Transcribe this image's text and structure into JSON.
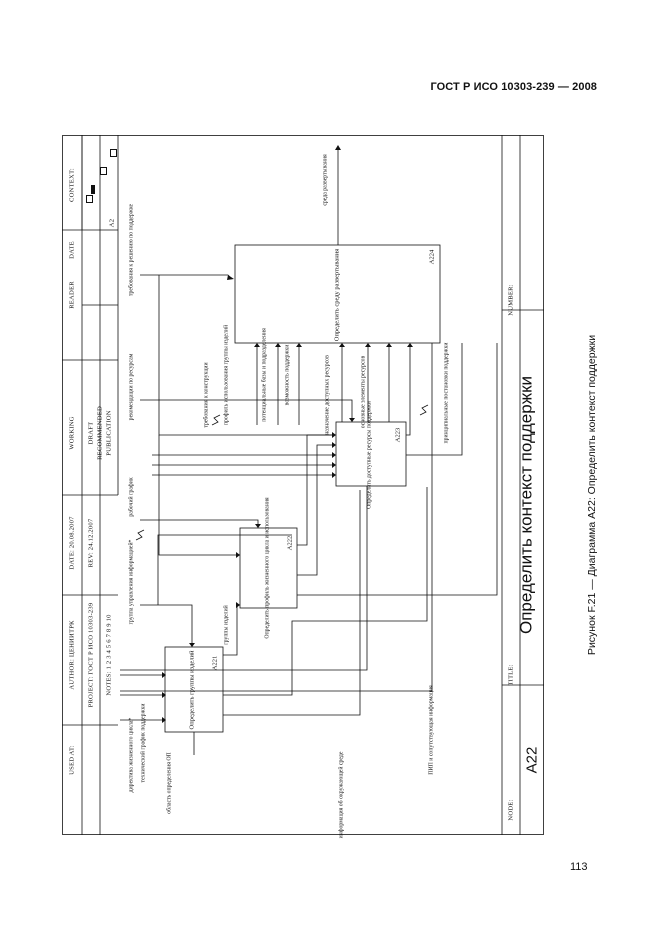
{
  "header": {
    "doc_id": "ГОСТ Р ИСО 10303-239 — 2008"
  },
  "footer": {
    "page_number": "113"
  },
  "caption": "Рисунок F.21 — Диаграмма A22: Определить контекст поддержки",
  "form": {
    "used_at": "USED AT:",
    "author": "AUTHOR: ЦЕНИИТРК",
    "project": "PROJECT: ГОСТ Р ИСО 10303-239",
    "notes": "NOTES: 1 2 3 4 5 6 7 8 9 10",
    "date": "DATE: 20.08.2007",
    "rev": "REV: 24.12.2007",
    "working": "WORKING",
    "draft": "DRAFT",
    "recommended": "RECOMMENDED",
    "publication": "PUBLICATION",
    "reader": "READER",
    "date2": "DATE",
    "context": "CONTEXT:",
    "context_node": "A2",
    "node_label": "NODE:",
    "node_value": "A22",
    "title_label": "TITLE:",
    "title_value": "Определить контекст поддержки",
    "number_label": "NUMBER:"
  },
  "activities": [
    {
      "id": "A221",
      "name": "Определить группы изделий"
    },
    {
      "id": "A222",
      "name": "Определить профиль жизненного цикла и использования"
    },
    {
      "id": "A223",
      "name": "Определить доступные ресурсы поддержки"
    },
    {
      "id": "A224",
      "name": "Определить среду развертывания"
    }
  ],
  "arrows": {
    "in_directive": "директива жизненного цикла*",
    "in_tech_schedule": "технический график поддержки",
    "in_area": "область определения ОП",
    "in_info_env": "информация об окружающей среде",
    "in_pip": "ПИП и сопутствующая информация",
    "ctl_mgmt_group": "группа управления информацией*",
    "ctl_work_schedule": "рабочий график",
    "ctl_resource_rec": "рекомендации по ресурсам",
    "ctl_requirements": "требования к решению по поддержке",
    "out_product_groups": "группы изделий",
    "m_req_construct": "требования к конструкции",
    "m_usage_profile": "профиль использования группы изделий",
    "m_potential_bases": "потенциальные базы и подразделения",
    "m_support_capability": "возможность поддержки",
    "m_resource_purpose": "назначение доступных ресурсов",
    "m_resource_elements": "основные элементы ресурсов",
    "m_support_principles": "принципиальные постановки поддержки",
    "out_environment": "среда развертывания"
  }
}
